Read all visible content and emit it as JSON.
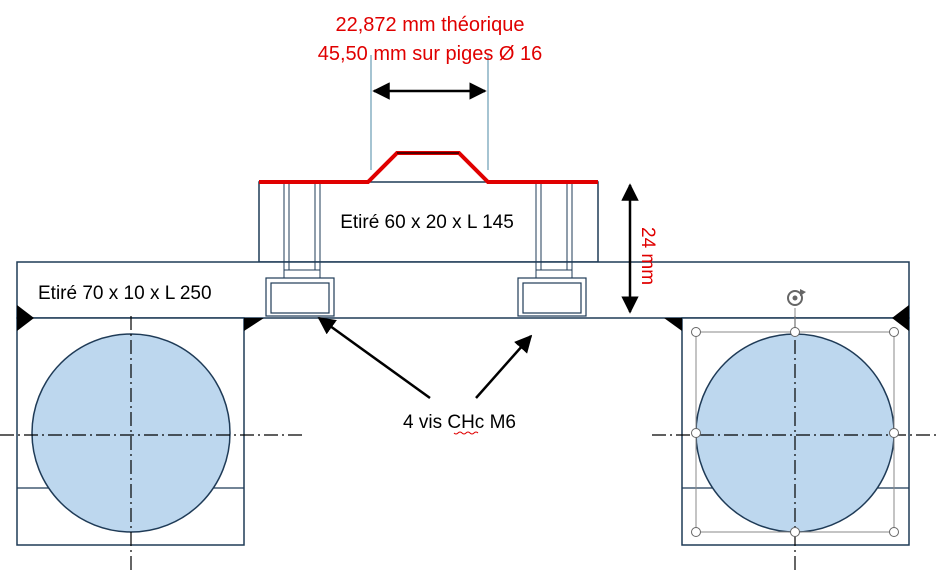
{
  "colors": {
    "outline": "#1f3b57",
    "circle_fill": "#bdd7ee",
    "red": "#e00000",
    "black": "#000000",
    "handle_gray": "#8a8a8a"
  },
  "annotations": {
    "distance_theoretical": "22,872 mm théorique",
    "distance_on_pins": "45,50 mm sur piges Ø 16",
    "height": "24 mm",
    "screws": "4 vis CHc M6"
  },
  "parts": {
    "upper_bar": "Etiré 60 x 20 x L 145",
    "lower_bar": "Etiré 70 x 10 x L 250"
  },
  "icons": {
    "rotation_handle": "rotate-icon"
  }
}
